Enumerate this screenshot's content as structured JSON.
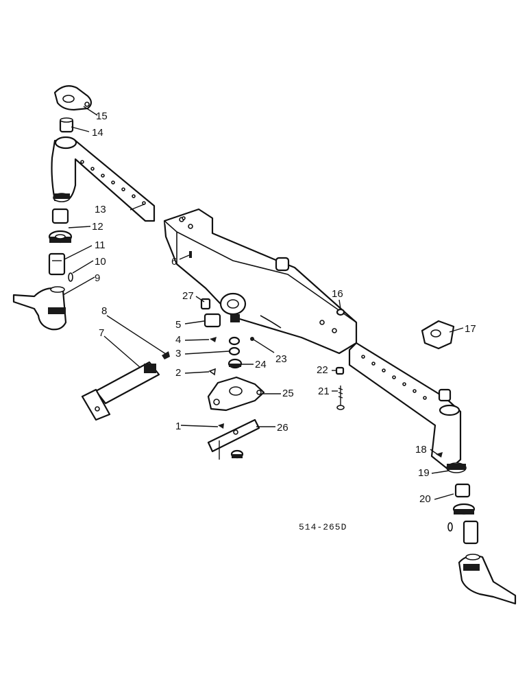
{
  "diagram": {
    "reference_code": "514-265D",
    "callouts": [
      {
        "id": "1",
        "label": "1"
      },
      {
        "id": "2",
        "label": "2"
      },
      {
        "id": "3",
        "label": "3"
      },
      {
        "id": "4",
        "label": "4"
      },
      {
        "id": "5",
        "label": "5"
      },
      {
        "id": "6",
        "label": "6"
      },
      {
        "id": "7",
        "label": "7"
      },
      {
        "id": "8",
        "label": "8"
      },
      {
        "id": "9",
        "label": "9"
      },
      {
        "id": "10",
        "label": "10"
      },
      {
        "id": "11",
        "label": "11"
      },
      {
        "id": "12",
        "label": "12"
      },
      {
        "id": "13",
        "label": "13"
      },
      {
        "id": "14",
        "label": "14"
      },
      {
        "id": "15",
        "label": "15"
      },
      {
        "id": "16",
        "label": "16"
      },
      {
        "id": "17",
        "label": "17"
      },
      {
        "id": "18",
        "label": "18"
      },
      {
        "id": "19",
        "label": "19"
      },
      {
        "id": "20",
        "label": "20"
      },
      {
        "id": "21",
        "label": "21"
      },
      {
        "id": "22",
        "label": "22"
      },
      {
        "id": "23",
        "label": "23"
      },
      {
        "id": "24",
        "label": "24"
      },
      {
        "id": "25",
        "label": "25"
      },
      {
        "id": "26",
        "label": "26"
      },
      {
        "id": "27",
        "label": "27"
      }
    ]
  }
}
